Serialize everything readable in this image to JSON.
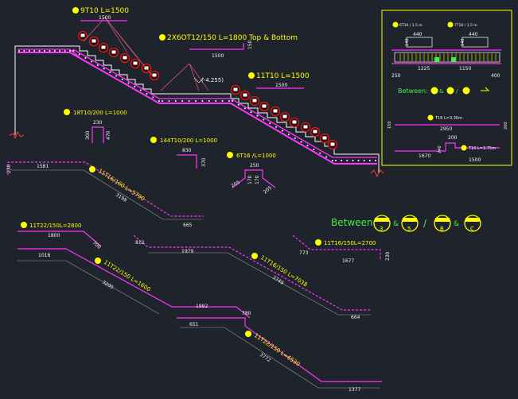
{
  "colors": {
    "background": "#1f232b",
    "magenta": "#ff33ff",
    "white": "#ffffff",
    "yellow": "#ffff00",
    "green": "#44ee44",
    "red": "#e01818",
    "cyan": "#33cccc",
    "dim": "#9a9a9a"
  },
  "main_stair": {
    "top_bar_label": "9T10  L=1500",
    "top_bar_dim": "1500",
    "main_label": "2X6OT12/150  L=1800  Top  &  Bottom",
    "main_dim": "1500",
    "main_dim_v": "150",
    "level": "(-4.255)",
    "bar11_label": "11T10  L=1500",
    "bar11_dim": "1500"
  },
  "small_bars": {
    "b18_label": "18T10/200  L=1000",
    "b18_dim_h": "230",
    "b18_dim_v1": "300",
    "b18_dim_v2": "470",
    "b14_label": "144T10/200  L=1000",
    "b14_dim_h": "830",
    "b14_dim_v": "370",
    "b6_label": "6T16  /L=1000",
    "b6_dim_top": "250",
    "b6_dim_l": "205",
    "b6_dim_m1": "170",
    "b6_dim_m2": "170",
    "b6_dim_r": "205"
  },
  "inset": {
    "label_left": "6T16 / 1.5 m",
    "label_right": "7T16 / 1.5 m",
    "dim_440_left": "440",
    "dim_440_right": "440",
    "dim_v_left": "140",
    "dim_v_right": "140",
    "dim_250": "250",
    "dim_1225": "1225",
    "dim_1150": "1150",
    "dim_400": "400",
    "between": "Between:",
    "sep_and": "&",
    "sep_slash": "/",
    "bar_l330": "T16  L=3.30m",
    "dim_2950": "2950",
    "dim_150_left": "150",
    "dim_200_right": "200",
    "dim_200_top": "200",
    "bar_l375": "T16  L=3.75m",
    "dim_240": "240",
    "dim_1670": "1670",
    "dim_1500": "1500"
  },
  "between_legend": {
    "label": "Between:",
    "sep1": "&",
    "sep2": "/",
    "sep3": "&",
    "marks": [
      "3",
      "5",
      "B",
      "C"
    ]
  },
  "bars": {
    "b11t16_160": {
      "label": "11T16/160  L=5790",
      "dim_230": "230",
      "dim_1581": "1581",
      "dim_3198": "3198",
      "dim_665": "665"
    },
    "b11t22_150": {
      "label": "11T22/150L=2800",
      "dim_1800": "1800",
      "dim_700": "700"
    },
    "b11t22_1600": {
      "label": "11T22/150  L=1600",
      "dim_1016": "1016",
      "dim_3200": "3200",
      "dim_1992": "1992",
      "dim_780": "780"
    },
    "b11t16_150": {
      "label": "11T16/150  L=7038",
      "dim_812": "812",
      "dim_1979": "1979",
      "dim_3749": "3749",
      "dim_664": "664"
    },
    "b11t16_2700": {
      "label": "11T16/150L=2700",
      "dim_773": "773",
      "dim_1677": "1677",
      "dim_230": "230"
    },
    "b11t22_6530": {
      "label": "11T22/150  L=6530",
      "dim_651": "651",
      "dim_3772": "3772",
      "dim_1377": "1377"
    }
  }
}
